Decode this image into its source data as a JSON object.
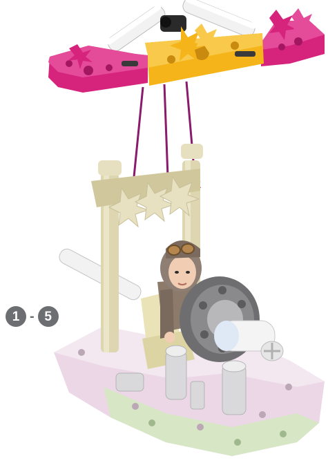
{
  "instruction": {
    "step_range": {
      "from": "1",
      "separator": "-",
      "to": "5"
    },
    "arrow_count": 3
  },
  "colors": {
    "badge": "#6d6e71",
    "arrow": "#8a1a6b",
    "magenta_part": "#d6247d",
    "yellow_part": "#f4b41a",
    "tan_part": "#ddd6b0",
    "light_green_part": "#d7e6c5",
    "light_pink_part": "#ecd7e7",
    "gray_part": "#6e6e70",
    "white_rod": "#eeeeee"
  },
  "icons": [
    "assembly-arrow",
    "step-number-badge"
  ]
}
